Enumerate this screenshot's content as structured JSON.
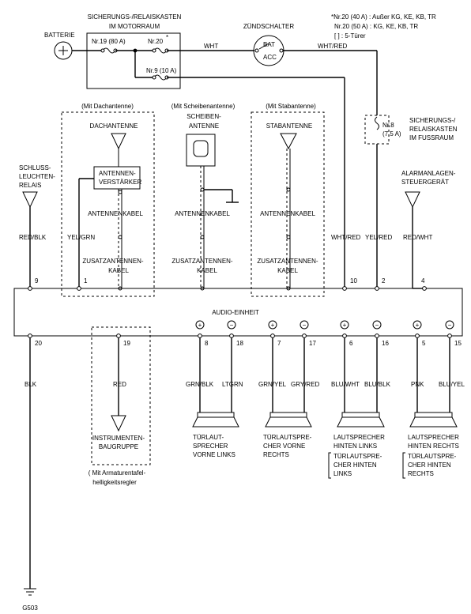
{
  "note": {
    "line1": "*Nr.20 (40 A) : Außer KG, KE, KB, TR",
    "line2": "Nr.20 (50 A) : KG, KE, KB, TR",
    "line3": "[    ] : 5-Türer"
  },
  "top": {
    "fusebox_title_1": "SICHERUNGS-/RELAISKASTEN",
    "fusebox_title_2": "IM MOTORRAUM",
    "battery": "BATTERIE",
    "fuse19": "Nr.19 (80 A)",
    "fuse20": "Nr.20",
    "fuse20_star": "*",
    "fuse9": "Nr.9 (10 A)",
    "ignition_title": "ZÜNDSCHALTER",
    "bat": "BAT",
    "acc": "ACC",
    "wire_wht": "WHT",
    "wire_whtred": "WHT/RED"
  },
  "right_fusebox": {
    "fuse8_a": "Nr.8",
    "fuse8_b": "(7,5 A)",
    "title_1": "SICHERUNGS-/",
    "title_2": "RELAISKASTEN",
    "title_3": "IM FUSSRAUM"
  },
  "antennas": {
    "roof": {
      "header": "(Mit Dachantenne)",
      "name": "DACHANTENNE",
      "amp_1": "ANTENNEN-",
      "amp_2": "VERSTÄRKER",
      "cable": "ANTENNENKABEL",
      "ext_1": "ZUSATZANTENNEN-",
      "ext_2": "KABEL"
    },
    "window": {
      "header": "(Mit Scheibenantenne)",
      "name_1": "SCHEIBEN-",
      "name_2": "ANTENNE",
      "cable": "ANTENNENKABEL",
      "ext_1": "ZUSATZANTENNEN-",
      "ext_2": "KABEL"
    },
    "rod": {
      "header": "(Mit Stabantenne)",
      "name": "STABANTENNE",
      "cable": "ANTENNENKABEL",
      "ext_1": "ZUSATZANTENNEN-",
      "ext_2": "KABEL"
    }
  },
  "left": {
    "relay_1": "SCHLUSS-",
    "relay_2": "LEUCHTEN-",
    "relay_3": "RELAIS",
    "wire_redblk": "RED/BLK",
    "wire_yelgrn": "YEL/GRN"
  },
  "right": {
    "alarm_1": "ALARMANLAGEN-",
    "alarm_2": "STEUERGERÄT",
    "wire_whtred": "WHT/RED",
    "wire_yelred": "YEL/RED",
    "wire_redwht": "RED/WHT"
  },
  "unit": {
    "label": "AUDIO-EINHEIT",
    "top_pins": [
      "9",
      "1",
      "10",
      "2",
      "4"
    ],
    "bottom_pins": [
      "20",
      "19",
      "8",
      "18",
      "7",
      "17",
      "6",
      "16",
      "5",
      "15"
    ],
    "signs": [
      "+",
      "−",
      "+",
      "−",
      "+",
      "−",
      "+",
      "−"
    ]
  },
  "bottom": {
    "wire_blk": "BLK",
    "wire_red": "RED",
    "speaker_wires": [
      "GRN/BLK",
      "LTGRN",
      "GRN/YEL",
      "GRY/RED",
      "BLU/WHT",
      "BLU/BLK",
      "PNK",
      "BLU/YEL"
    ],
    "instrument_1": "INSTRUMENTEN-",
    "instrument_2": "BAUGRUPPE",
    "dimmer_1": "( Mit Armaturentafel-",
    "dimmer_2": "helligkeitsregler",
    "ground": "G503"
  },
  "speakers": [
    {
      "lines": [
        "TÜRLAUT-",
        "SPRECHER",
        "VORNE LINKS"
      ]
    },
    {
      "lines": [
        "TÜRLAUTSPRE-",
        "CHER VORNE",
        "RECHTS"
      ]
    },
    {
      "lines": [
        "LAUTSPRECHER",
        "HINTEN LINKS",
        "TÜRLAUTSPRE-",
        "CHER HINTEN",
        "LINKS"
      ]
    },
    {
      "lines": [
        "LAUTSPRECHER",
        "HINTEN RECHTS",
        "TÜRLAUTSPRE-",
        "CHER HINTEN",
        "RECHTS"
      ]
    }
  ]
}
